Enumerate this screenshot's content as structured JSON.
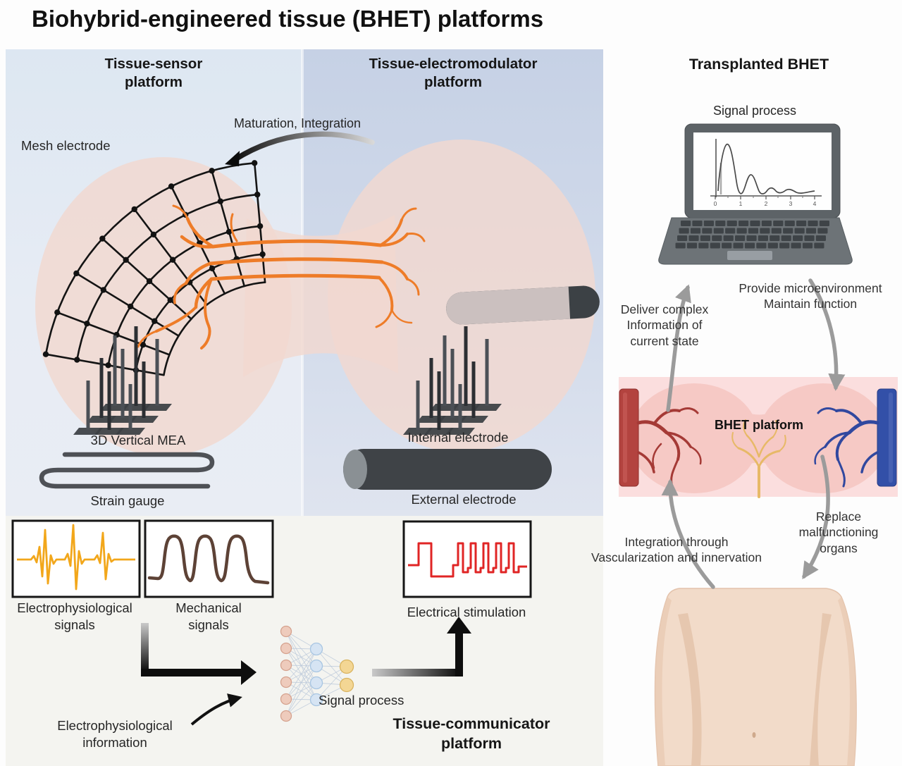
{
  "header": {
    "title": "Biohybrid-engineered tissue (BHET) platforms"
  },
  "sensor_platform": {
    "title": "Tissue-sensor\nplatform",
    "mesh_electrode_label": "Mesh electrode",
    "mea_label": "3D Vertical MEA",
    "strain_gauge_label": "Strain gauge"
  },
  "electromodulator_platform": {
    "title": "Tissue-electromodulator\nplatform",
    "maturation_label": "Maturation, Integration",
    "internal_electrode_label": "Internal electrode",
    "external_electrode_label": "External electrode"
  },
  "communicator_platform": {
    "title": "Tissue-communicator\nplatform",
    "electrophysiological_signals_label": "Electrophysiological\nsignals",
    "mechanical_signals_label": "Mechanical\nsignals",
    "electrical_stimulation_label": "Electrical stimulation",
    "electrophysiological_information_label": "Electrophysiological\ninformation",
    "signal_process_label": "Signal process"
  },
  "transplanted": {
    "title": "Transplanted BHET",
    "signal_process_label": "Signal process",
    "deliver_label": "Deliver complex\nInformation of\ncurrent state",
    "provide_label": "Provide microenvironment\nMaintain function",
    "integration_label": "Integration through\nVascularization and innervation",
    "replace_label": "Replace\nmalfunctioning\norgans",
    "bhet_platform_label": "BHET platform",
    "laptop_axis_ticks": [
      "0",
      "1",
      "2",
      "3",
      "4"
    ]
  },
  "colors": {
    "sensor_panel": "#e4ebf4",
    "electromodulator_panel": "#cbd6e8",
    "bottom_panel": "#f4f4f0",
    "tissue_pink": "#f2d8d0",
    "neuron_orange": "#ee7c28",
    "ep_signal_yellow": "#f2a71b",
    "mech_signal_brown": "#5d4236",
    "stim_signal_red": "#e02525",
    "artery_red": "#b3433f",
    "vein_blue": "#3350a8",
    "nerve_yellow": "#e7b967",
    "skin": "#f2dbc9"
  }
}
